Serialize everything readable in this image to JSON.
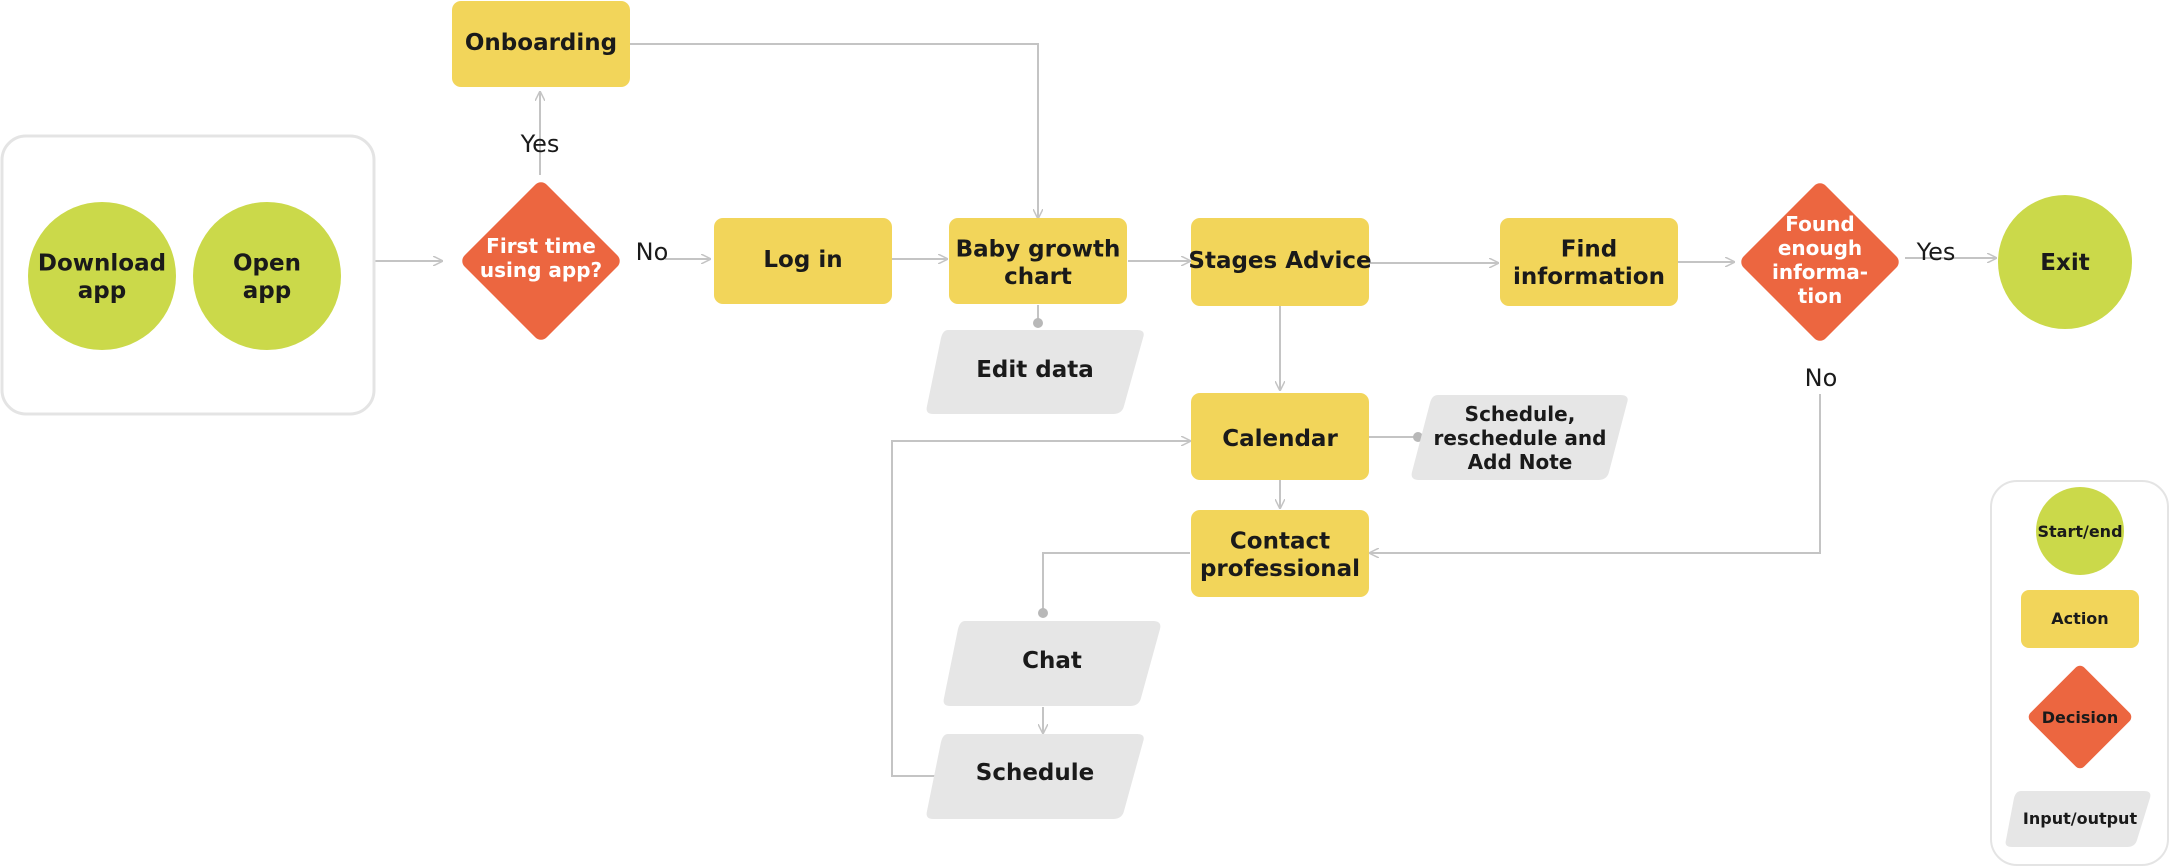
{
  "colors": {
    "start_end": "#cbd94a",
    "action": "#f2d55a",
    "decision": "#ec6640",
    "io": "#e6e6e6",
    "connector": "#c4c4c4",
    "group_border": "#e4e4e4"
  },
  "nodes": {
    "download_app": [
      "Download",
      "app"
    ],
    "open_app": [
      "Open",
      "app"
    ],
    "first_time": [
      "First time",
      "using app?"
    ],
    "onboarding": [
      "Onboarding"
    ],
    "log_in": [
      "Log in"
    ],
    "baby_growth": [
      "Baby growth",
      "chart"
    ],
    "edit_data": [
      "Edit data"
    ],
    "stages_advice": [
      "Stages Advice"
    ],
    "calendar": [
      "Calendar"
    ],
    "schedule_note": [
      "Schedule,",
      "reschedule and",
      "Add Note"
    ],
    "contact_professional": [
      "Contact",
      "professional"
    ],
    "chat": [
      "Chat"
    ],
    "schedule": [
      "Schedule"
    ],
    "find_information": [
      "Find",
      "information"
    ],
    "found_enough": [
      "Found",
      "enough",
      "informa-",
      "tion"
    ],
    "exit": [
      "Exit"
    ]
  },
  "edge_labels": {
    "first_time_yes": "Yes",
    "first_time_no": "No",
    "found_yes": "Yes",
    "found_no": "No"
  },
  "legend": {
    "start_end": "Start/end",
    "action": "Action",
    "decision": "Decision",
    "io": "Input/output"
  }
}
